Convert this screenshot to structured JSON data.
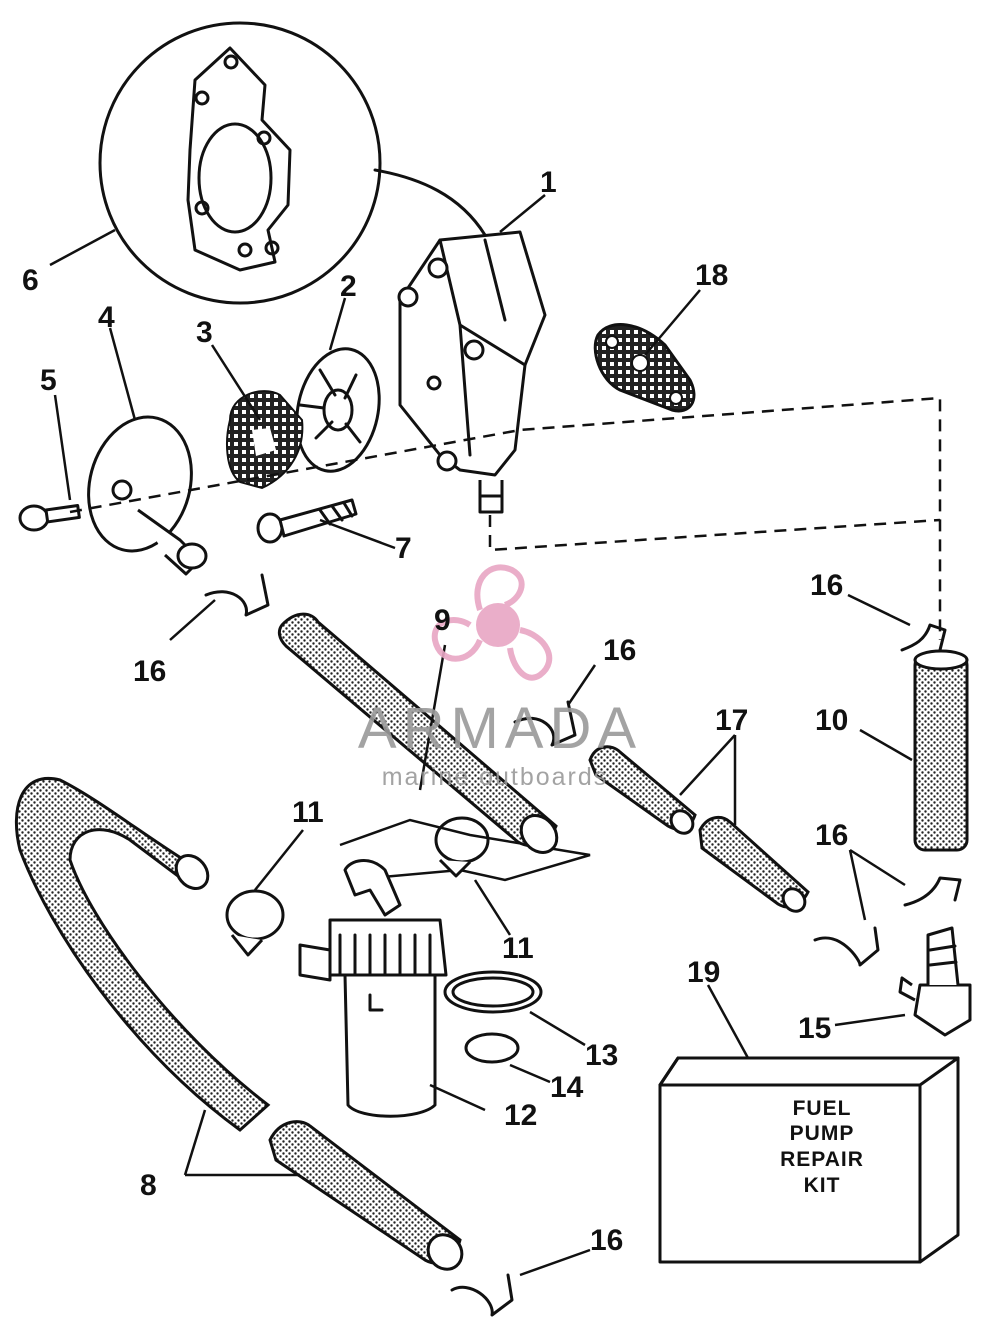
{
  "callouts": {
    "c1": "1",
    "c2": "2",
    "c3": "3",
    "c4": "4",
    "c5": "5",
    "c6": "6",
    "c7": "7",
    "c8": "8",
    "c9": "9",
    "c10": "10",
    "c11a": "11",
    "c11b": "11",
    "c12": "12",
    "c13": "13",
    "c14": "14",
    "c15": "15",
    "c16a": "16",
    "c16b": "16",
    "c16c": "16",
    "c16d": "16",
    "c16e": "16",
    "c17": "17",
    "c18": "18",
    "c19": "19"
  },
  "kit_box": {
    "line1": "FUEL",
    "line2": "PUMP",
    "line3": "REPAIR",
    "line4": "KIT"
  },
  "watermark": {
    "brand": "ARMADA",
    "tagline": "marine outboards",
    "color": "#e8a6c4"
  }
}
